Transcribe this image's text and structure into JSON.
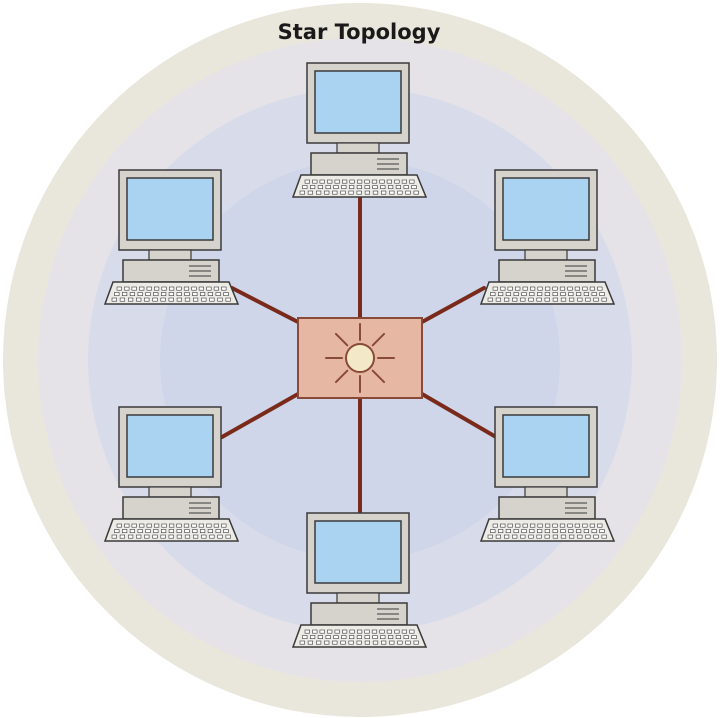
{
  "title": "Star Topology",
  "colors": {
    "page_background": "#ffffff",
    "outer_ring": "#e9e7dc",
    "middle_ring": "#e5e3e8",
    "inner_disk": "#d8dcea",
    "core_disk": "#cfd6ea",
    "link": "#7a2a1a",
    "hub_fill": "#e6b8a4",
    "hub_border": "#8a4a38",
    "hub_symbol": "#8a4a38",
    "hub_core": "#f3e9c8",
    "monitor_case": "#d6d2cc",
    "screen": "#a9d3f0",
    "outline": "#3a3a3a",
    "title_text": "#1a1a1a"
  },
  "icons": {
    "hub": "hub-starburst-icon",
    "workstation": "desktop-computer-icon"
  },
  "workstations": [
    {
      "id": "top"
    },
    {
      "id": "upper-left"
    },
    {
      "id": "upper-right"
    },
    {
      "id": "lower-left"
    },
    {
      "id": "lower-right"
    },
    {
      "id": "bottom"
    }
  ]
}
